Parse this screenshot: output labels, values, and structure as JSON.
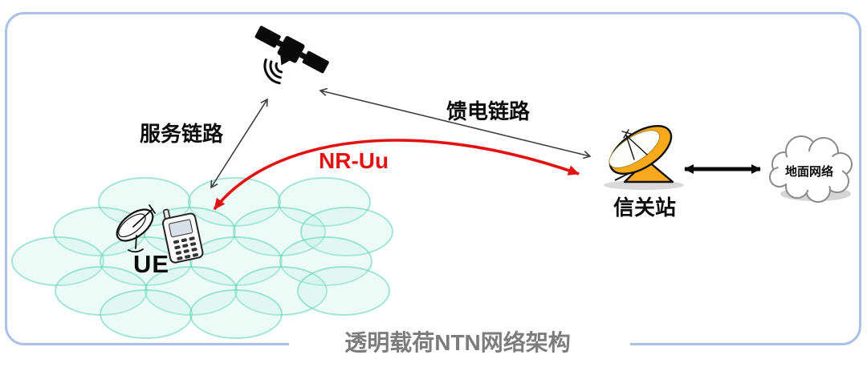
{
  "diagram": {
    "type": "network-architecture",
    "title": "透明载荷NTN网络架构",
    "nodes": [
      {
        "id": "satellite",
        "icon": "satellite-icon",
        "label": ""
      },
      {
        "id": "ue",
        "icon": "ue-devices-icon",
        "label": "UE",
        "context": "coverage-cells"
      },
      {
        "id": "gateway",
        "icon": "gateway-dish-icon",
        "label": "信关站"
      },
      {
        "id": "ground-network",
        "icon": "cloud-icon",
        "label": "地面网络"
      }
    ],
    "links": [
      {
        "id": "service-link",
        "label": "服务链路",
        "from": "ue",
        "to": "satellite",
        "style": "thin-double-arrow"
      },
      {
        "id": "feeder-link",
        "label": "馈电链路",
        "from": "satellite",
        "to": "gateway",
        "style": "thin-double-arrow"
      },
      {
        "id": "nr-uu-link",
        "label": "NR-Uu",
        "from": "ue",
        "to": "gateway",
        "style": "red-curved-double-arrow"
      },
      {
        "id": "gateway-ground-link",
        "label": "",
        "from": "gateway",
        "to": "ground-network",
        "style": "thick-double-arrow"
      }
    ]
  },
  "labels": {
    "title": "透明载荷NTN网络架构",
    "service_link": "服务链路",
    "feeder_link": "馈电链路",
    "nr_uu": "NR-Uu",
    "gateway": "信关站",
    "ground_network": "地面网络",
    "ue": "UE"
  },
  "colors": {
    "frame_blue": "#aac1e8",
    "nr_uu_red": "#e31212",
    "title_gray": "#7c7c7c",
    "cell_teal": "#6fd4ba",
    "gateway_orange": "#f7a81b",
    "arrow_dark": "#3d3d3d",
    "black": "#0a0a0a"
  }
}
